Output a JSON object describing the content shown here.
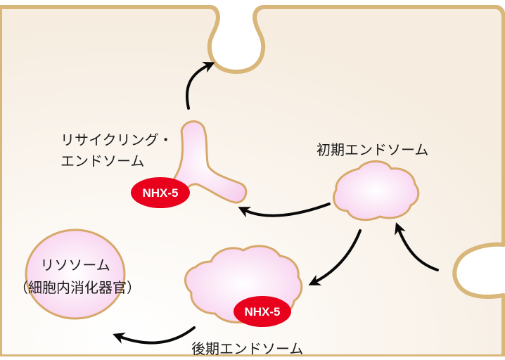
{
  "colors": {
    "cell_fill": "#f7efe6",
    "cell_border": "#d9b67a",
    "organelle_fill": "#f8d6ef",
    "organelle_stroke": "#d7a86a",
    "protein": "#e8001c",
    "arrow": "#0a0a0a"
  },
  "labels": {
    "recycling_endosome_line1": "リサイクリング・",
    "recycling_endosome_line2": "エンドソーム",
    "early_endosome": "初期エンドソーム",
    "lysosome_line1": "リソソーム",
    "lysosome_line2": "（細胞内消化器官）",
    "late_endosome": "後期エンドソーム"
  },
  "proteins": {
    "recycling": "NHX-5",
    "late": "NHX-5"
  },
  "icons": [
    "arrow-icon"
  ]
}
